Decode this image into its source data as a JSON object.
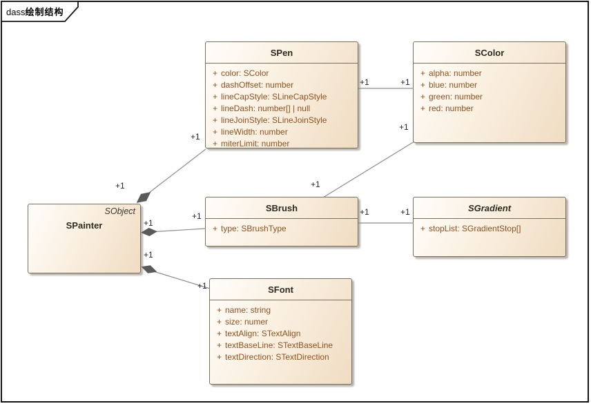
{
  "frame": {
    "keyword": "dass",
    "title": "绘制结构"
  },
  "classes": {
    "spainter": {
      "name": "SPainter",
      "parent": "SObject"
    },
    "spen": {
      "name": "SPen",
      "attributes": [
        {
          "vis": "+",
          "text": "color: SColor"
        },
        {
          "vis": "+",
          "text": "dashOffset: number"
        },
        {
          "vis": "+",
          "text": "lineCapStyle: SLineCapStyle"
        },
        {
          "vis": "+",
          "text": "lineDash: number[] | null"
        },
        {
          "vis": "+",
          "text": "lineJoinStyle: SLineJoinStyle"
        },
        {
          "vis": "+",
          "text": "lineWidth: number"
        },
        {
          "vis": "+",
          "text": "miterLimit: number"
        }
      ]
    },
    "scolor": {
      "name": "SColor",
      "attributes": [
        {
          "vis": "+",
          "text": "alpha: number"
        },
        {
          "vis": "+",
          "text": "blue: number"
        },
        {
          "vis": "+",
          "text": "green: number"
        },
        {
          "vis": "+",
          "text": "red: number"
        }
      ]
    },
    "sbrush": {
      "name": "SBrush",
      "attributes": [
        {
          "vis": "+",
          "text": "type: SBrushType"
        }
      ]
    },
    "sgradient": {
      "name": "SGradient",
      "abstract": true,
      "attributes": [
        {
          "vis": "+",
          "text": "stopList: SGradientStop[]"
        }
      ]
    },
    "sfont": {
      "name": "SFont",
      "attributes": [
        {
          "vis": "+",
          "text": "name: string"
        },
        {
          "vis": "+",
          "text": "size: numer"
        },
        {
          "vis": "+",
          "text": "textAlign: STextAlign"
        },
        {
          "vis": "+",
          "text": "textBaseLine: STextBaseLine"
        },
        {
          "vis": "+",
          "text": "textDirection: STextDirection"
        }
      ]
    }
  },
  "connections": {
    "painter_pen": {
      "type": "aggregation",
      "source_mult": "+1",
      "target_mult": "+1"
    },
    "painter_brush": {
      "type": "aggregation",
      "source_mult": "+1",
      "target_mult": "+1"
    },
    "painter_font": {
      "type": "aggregation",
      "source_mult": "+1",
      "target_mult": "+1"
    },
    "pen_color": {
      "type": "association",
      "source_mult": "+1",
      "target_mult": "+1"
    },
    "brush_color": {
      "type": "association",
      "source_mult": "+1",
      "target_mult": "+1"
    },
    "brush_gradient": {
      "type": "association",
      "source_mult": "+1",
      "target_mult": "+1"
    }
  },
  "colors": {
    "box_fill_light": "#fffdfa",
    "box_fill_dark": "#f0dcc2",
    "box_border": "#77705f",
    "title_text": "#2d2a22",
    "attribute_text": "#8f5120",
    "multiplicity_text": "#23233a",
    "connector_line": "#8c8c8c",
    "diamond_fill": "#5a5a5a",
    "frame_border": "#141414"
  }
}
